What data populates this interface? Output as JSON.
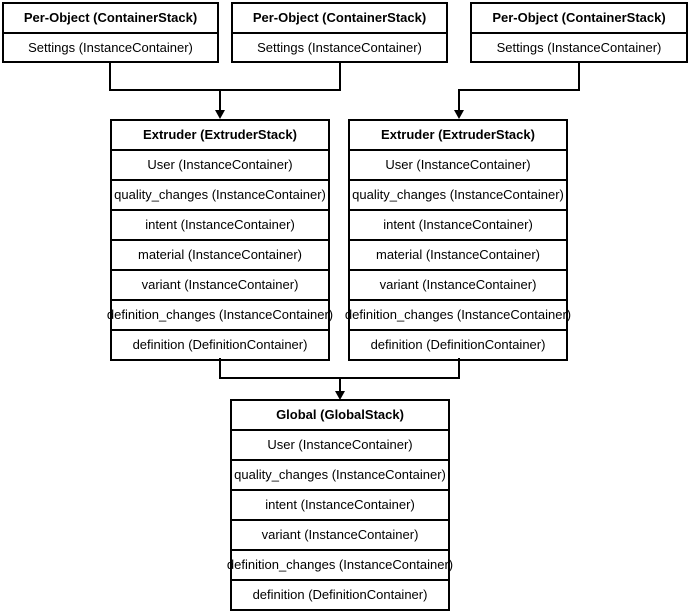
{
  "diagram": {
    "title": "Cura container stack hierarchy",
    "colors": {
      "stroke": "#000000",
      "background": "#ffffff",
      "text": "#000000"
    },
    "per_object_stacks": [
      {
        "header": "Per-Object (ContainerStack)",
        "rows": [
          "Settings (InstanceContainer)"
        ]
      },
      {
        "header": "Per-Object (ContainerStack)",
        "rows": [
          "Settings (InstanceContainer)"
        ]
      },
      {
        "header": "Per-Object (ContainerStack)",
        "rows": [
          "Settings (InstanceContainer)"
        ]
      }
    ],
    "extruder_stacks": [
      {
        "header": "Extruder (ExtruderStack)",
        "rows": [
          "User (InstanceContainer)",
          "quality_changes (InstanceContainer)",
          "intent (InstanceContainer)",
          "material (InstanceContainer)",
          "variant (InstanceContainer)",
          "definition_changes (InstanceContainer)",
          "definition (DefinitionContainer)"
        ]
      },
      {
        "header": "Extruder (ExtruderStack)",
        "rows": [
          "User (InstanceContainer)",
          "quality_changes (InstanceContainer)",
          "intent (InstanceContainer)",
          "material (InstanceContainer)",
          "variant (InstanceContainer)",
          "definition_changes (InstanceContainer)",
          "definition (DefinitionContainer)"
        ]
      }
    ],
    "global_stack": {
      "header": "Global (GlobalStack)",
      "rows": [
        "User (InstanceContainer)",
        "quality_changes (InstanceContainer)",
        "intent (InstanceContainer)",
        "variant (InstanceContainer)",
        "definition_changes (InstanceContainer)",
        "definition (DefinitionContainer)"
      ]
    }
  }
}
